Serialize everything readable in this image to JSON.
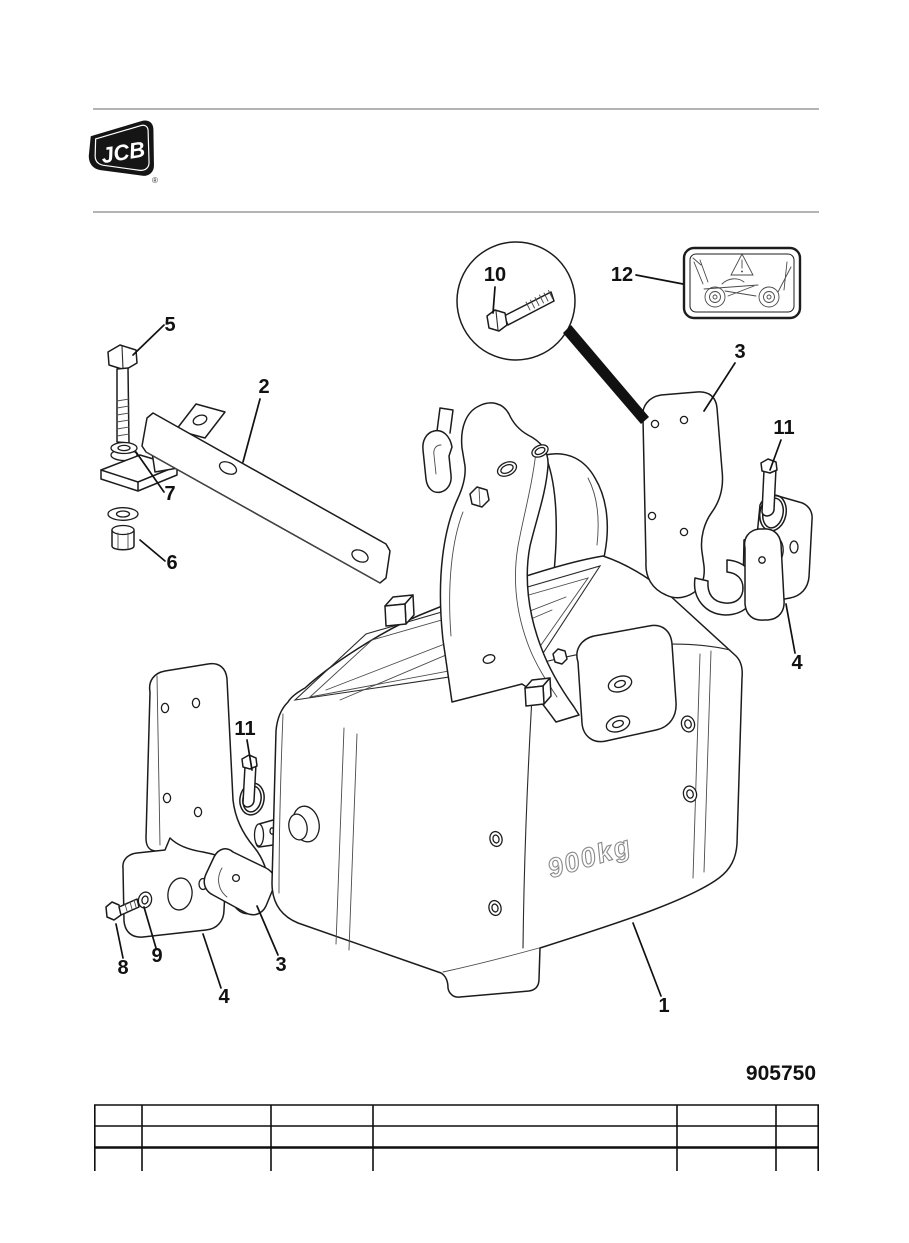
{
  "logo": {
    "text": "JCB",
    "registered_mark": "®"
  },
  "figure": {
    "weight_marking": "900kg",
    "drawing_number": "905750"
  },
  "callouts": [
    {
      "part": "counterweight",
      "label": "1"
    },
    {
      "part": "tie-bar",
      "label": "2"
    },
    {
      "part": "bracket-right",
      "label": "3"
    },
    {
      "part": "bracket-left",
      "label": "3"
    },
    {
      "part": "plate-right",
      "label": "4"
    },
    {
      "part": "plate-left",
      "label": "4"
    },
    {
      "part": "bolt-long",
      "label": "5"
    },
    {
      "part": "nut",
      "label": "6"
    },
    {
      "part": "washer",
      "label": "7"
    },
    {
      "part": "bolt-short",
      "label": "8"
    },
    {
      "part": "washer-small",
      "label": "9"
    },
    {
      "part": "bolt-detail",
      "label": "10"
    },
    {
      "part": "lynch-pin-right",
      "label": "11"
    },
    {
      "part": "lynch-pin-left",
      "label": "11"
    },
    {
      "part": "safety-decal",
      "label": "12"
    }
  ]
}
